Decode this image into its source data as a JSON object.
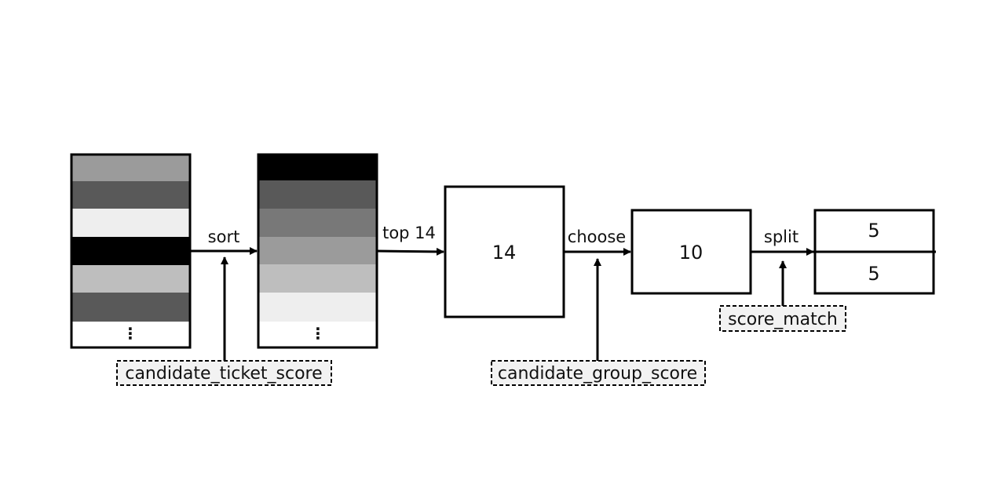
{
  "diagram": {
    "candidate_list": {
      "stripe_colors": [
        "#9b9b9b",
        "#595959",
        "#eeeeee",
        "#000000",
        "#bebebe",
        "#595959"
      ],
      "ellipsis": "⋮"
    },
    "sorted_list": {
      "stripe_colors": [
        "#000000",
        "#595959",
        "#787878",
        "#9b9b9b",
        "#bebebe",
        "#eeeeee"
      ],
      "ellipsis": "⋮"
    },
    "steps": {
      "sort": "sort",
      "top": "top 14",
      "choose": "choose",
      "split": "split"
    },
    "boxes": {
      "top_box": "14",
      "group_box": "10",
      "split_top": "5",
      "split_bottom": "5"
    },
    "functions": {
      "ticket_score": "candidate_ticket_score",
      "group_score": "candidate_group_score",
      "match_score": "score_match"
    }
  }
}
